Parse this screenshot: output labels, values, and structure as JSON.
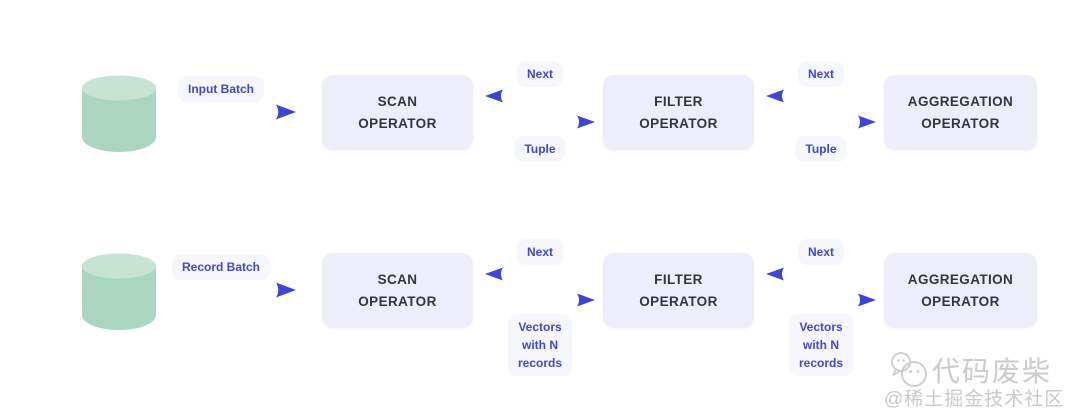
{
  "rows": [
    {
      "input_label": "Input Batch",
      "operators": [
        {
          "name": "SCAN\nOPERATOR"
        },
        {
          "name": "FILTER\nOPERATOR"
        },
        {
          "name": "AGGREGATION\nOPERATOR"
        }
      ],
      "channels": [
        {
          "request": "Next",
          "response": "Tuple"
        },
        {
          "request": "Next",
          "response": "Tuple"
        }
      ]
    },
    {
      "input_label": "Record Batch",
      "operators": [
        {
          "name": "SCAN\nOPERATOR"
        },
        {
          "name": "FILTER\nOPERATOR"
        },
        {
          "name": "AGGREGATION\nOPERATOR"
        }
      ],
      "channels": [
        {
          "request": "Next",
          "response": "Vectors\nwith N\nrecords"
        },
        {
          "request": "Next",
          "response": "Vectors\nwith N\nrecords"
        }
      ]
    }
  ],
  "watermark": {
    "brand": "代码废柴",
    "community": "@稀土掘金技术社区"
  },
  "colors": {
    "arrow": "#4348d8",
    "label_text": "#4247d0",
    "box_bg": "#edeef9",
    "box_text": "#323448",
    "cylinder_body": "#a9d5c1",
    "cylinder_top": "#c6e3d4",
    "watermark": "#cbcbcb"
  }
}
